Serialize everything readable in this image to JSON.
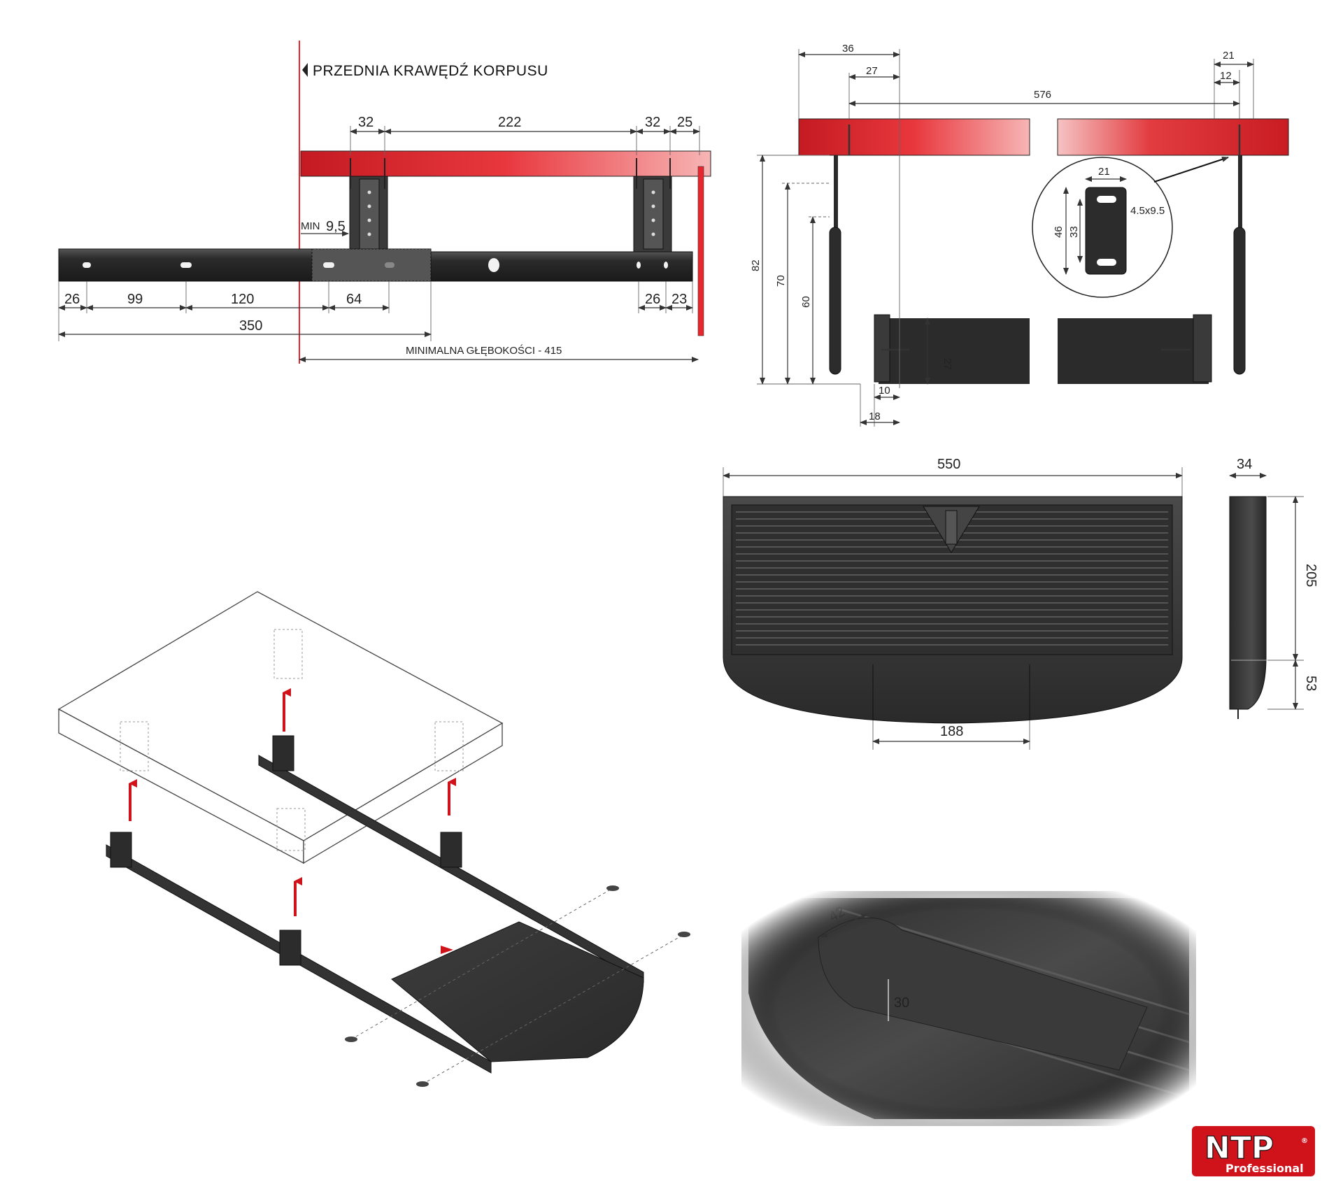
{
  "labels": {
    "front_edge": "PRZEDNIA KRAWĘDŹ KORPUSU",
    "min_prefix": "MIN",
    "min_value": "9,5",
    "min_depth": "MINIMALNA GŁĘBOKOŚCI - 415"
  },
  "side_view_dims": {
    "top": [
      "32",
      "222",
      "32",
      "25"
    ],
    "bottom": [
      "26",
      "99",
      "120",
      "64",
      "26",
      "23"
    ],
    "overall": "350"
  },
  "front_view_dims": {
    "d36": "36",
    "d27": "27",
    "d21": "21",
    "d12": "12",
    "d576": "576",
    "d82": "82",
    "d70": "70",
    "d60": "60",
    "d27v": "27",
    "d10": "10",
    "d18": "18",
    "bracket_w": "21",
    "bracket_h_outer": "46",
    "bracket_h_inner": "33",
    "slot": "4.5x9.5"
  },
  "tray_dims": {
    "width": "550",
    "depth": "205",
    "front": "53",
    "height": "34",
    "handle": "188"
  },
  "detail_dims": {
    "d42": "42",
    "d30": "30"
  },
  "logo": {
    "name": "NTP",
    "sub": "Professional",
    "reg": "®"
  },
  "colors": {
    "accent": "#e8262d",
    "dark": "#2a2a2a"
  }
}
